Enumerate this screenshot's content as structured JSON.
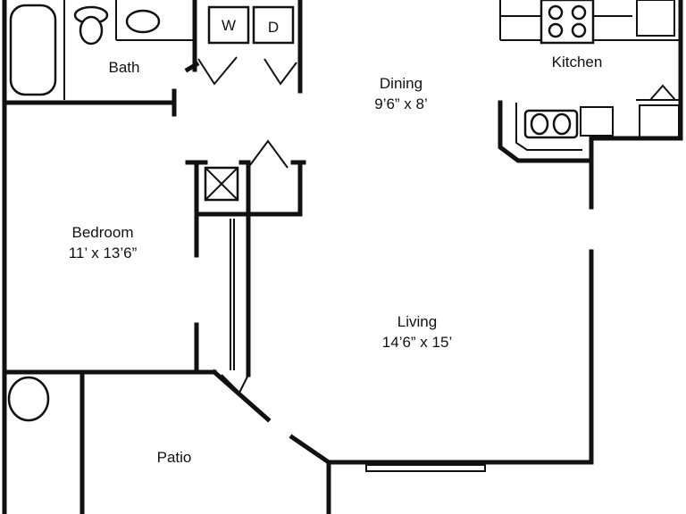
{
  "rooms": {
    "bath": {
      "name": "Bath"
    },
    "dining": {
      "name": "Dining",
      "size": "9’6” x 8’"
    },
    "kitchen": {
      "name": "Kitchen"
    },
    "bedroom": {
      "name": "Bedroom",
      "size": "11’ x 13’6”"
    },
    "living": {
      "name": "Living",
      "size": "14’6” x 15’"
    },
    "patio": {
      "name": "Patio"
    }
  },
  "appliances": {
    "washer": "W",
    "dryer": "D"
  }
}
